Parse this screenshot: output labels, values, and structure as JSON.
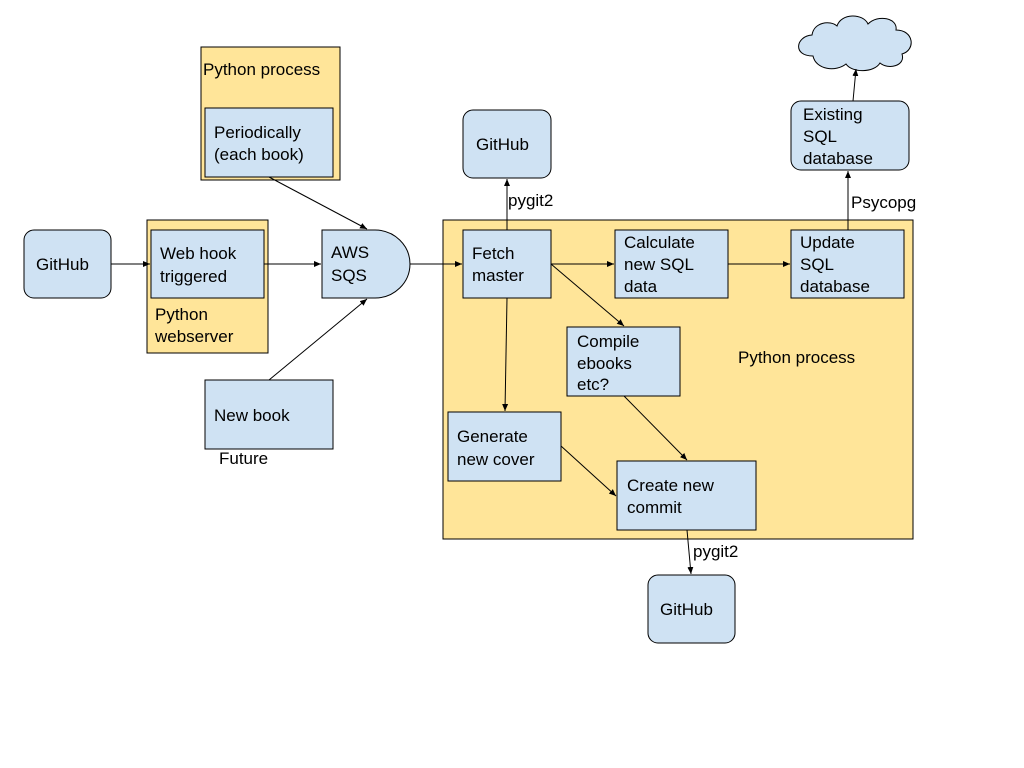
{
  "diagram": {
    "nodes": {
      "github_left": "GitHub",
      "webhook": [
        "Web hook",
        "triggered"
      ],
      "python_webserver": [
        "Python",
        "webserver"
      ],
      "python_process_top": "Python process",
      "periodically": [
        "Periodically",
        "(each book)"
      ],
      "new_book": "New book",
      "future": "Future",
      "aws_sqs": [
        "AWS",
        "SQS"
      ],
      "github_top": "GitHub",
      "fetch_master": [
        "Fetch",
        "master"
      ],
      "calculate_sql": [
        "Calculate",
        "new SQL",
        "data"
      ],
      "update_sql": [
        "Update",
        "SQL",
        "database"
      ],
      "existing_sql": [
        "Existing",
        "SQL",
        "database"
      ],
      "compile_ebooks": [
        "Compile",
        "ebooks",
        "etc?"
      ],
      "generate_cover": [
        "Generate",
        "new cover"
      ],
      "create_commit": [
        "Create new",
        "commit"
      ],
      "python_process_main": "Python process",
      "github_bottom": "GitHub"
    },
    "edge_labels": {
      "pygit2_top": "pygit2",
      "psycopg": "Psycopg",
      "pygit2_bottom": "pygit2"
    },
    "colors": {
      "process_fill": "#cfe2f3",
      "container_fill": "#ffe599",
      "stroke": "#000000"
    }
  }
}
